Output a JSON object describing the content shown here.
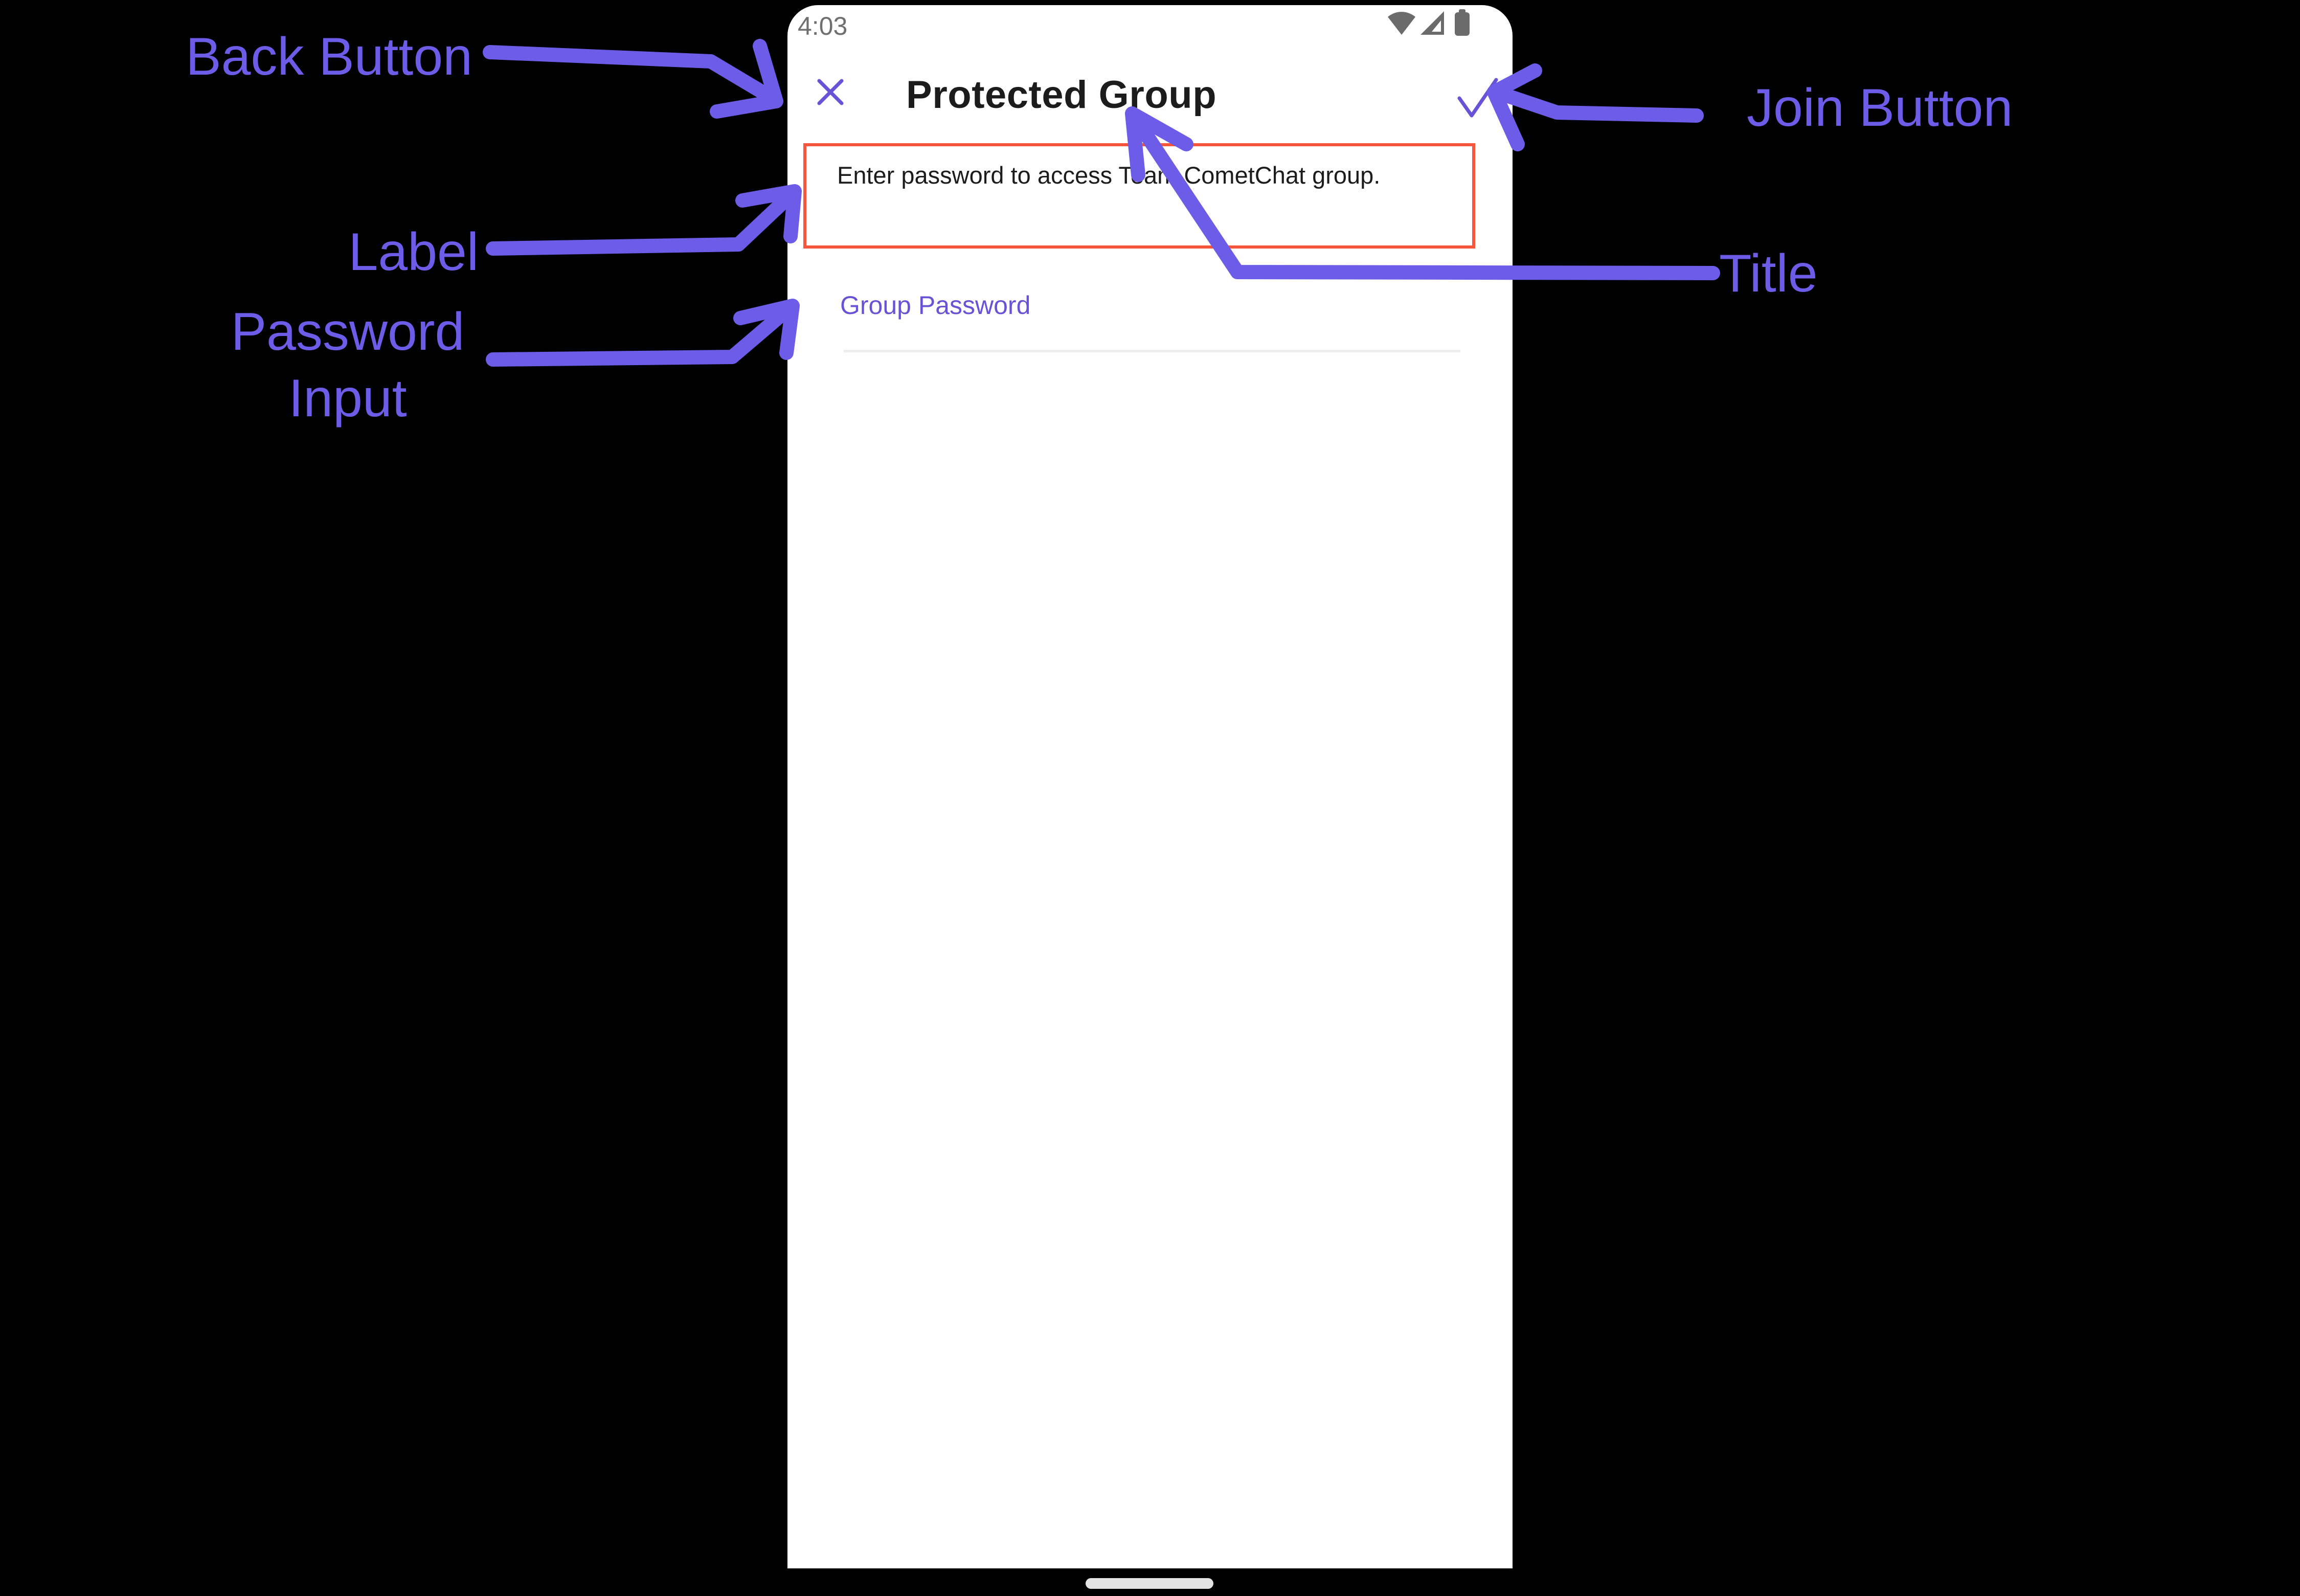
{
  "device": {
    "status_bar": {
      "time": "4:03",
      "icons": [
        "wifi-icon",
        "cell-signal-icon",
        "battery-icon"
      ],
      "icon_color": "#6b6b6b"
    },
    "home_indicator_color": "#e3e3e3"
  },
  "app": {
    "header": {
      "title": "Protected Group",
      "close_icon": "x-close",
      "confirm_icon": "checkmark",
      "icon_color": "#6852D6"
    },
    "description": "Enter password to access Team CometChat group.",
    "description_highlight_color": "#F7553B",
    "password_field": {
      "label": "Group Password",
      "value": "",
      "label_color": "#6852D6"
    }
  },
  "annotations": {
    "back_button": "Back Button",
    "join_button": "Join Button",
    "label": "Label",
    "password_input": "Password Input",
    "title": "Title",
    "color": "#6C5CE7"
  },
  "colors": {
    "background": "#000000",
    "phone_background": "#ffffff",
    "app_purple": "#6852D6",
    "annotation_purple": "#6C5CE7",
    "highlight_red": "#F7553B",
    "status_gray": "#6f6f6f",
    "text_dark": "#1c1c1c",
    "underline_gray": "#ededed"
  }
}
